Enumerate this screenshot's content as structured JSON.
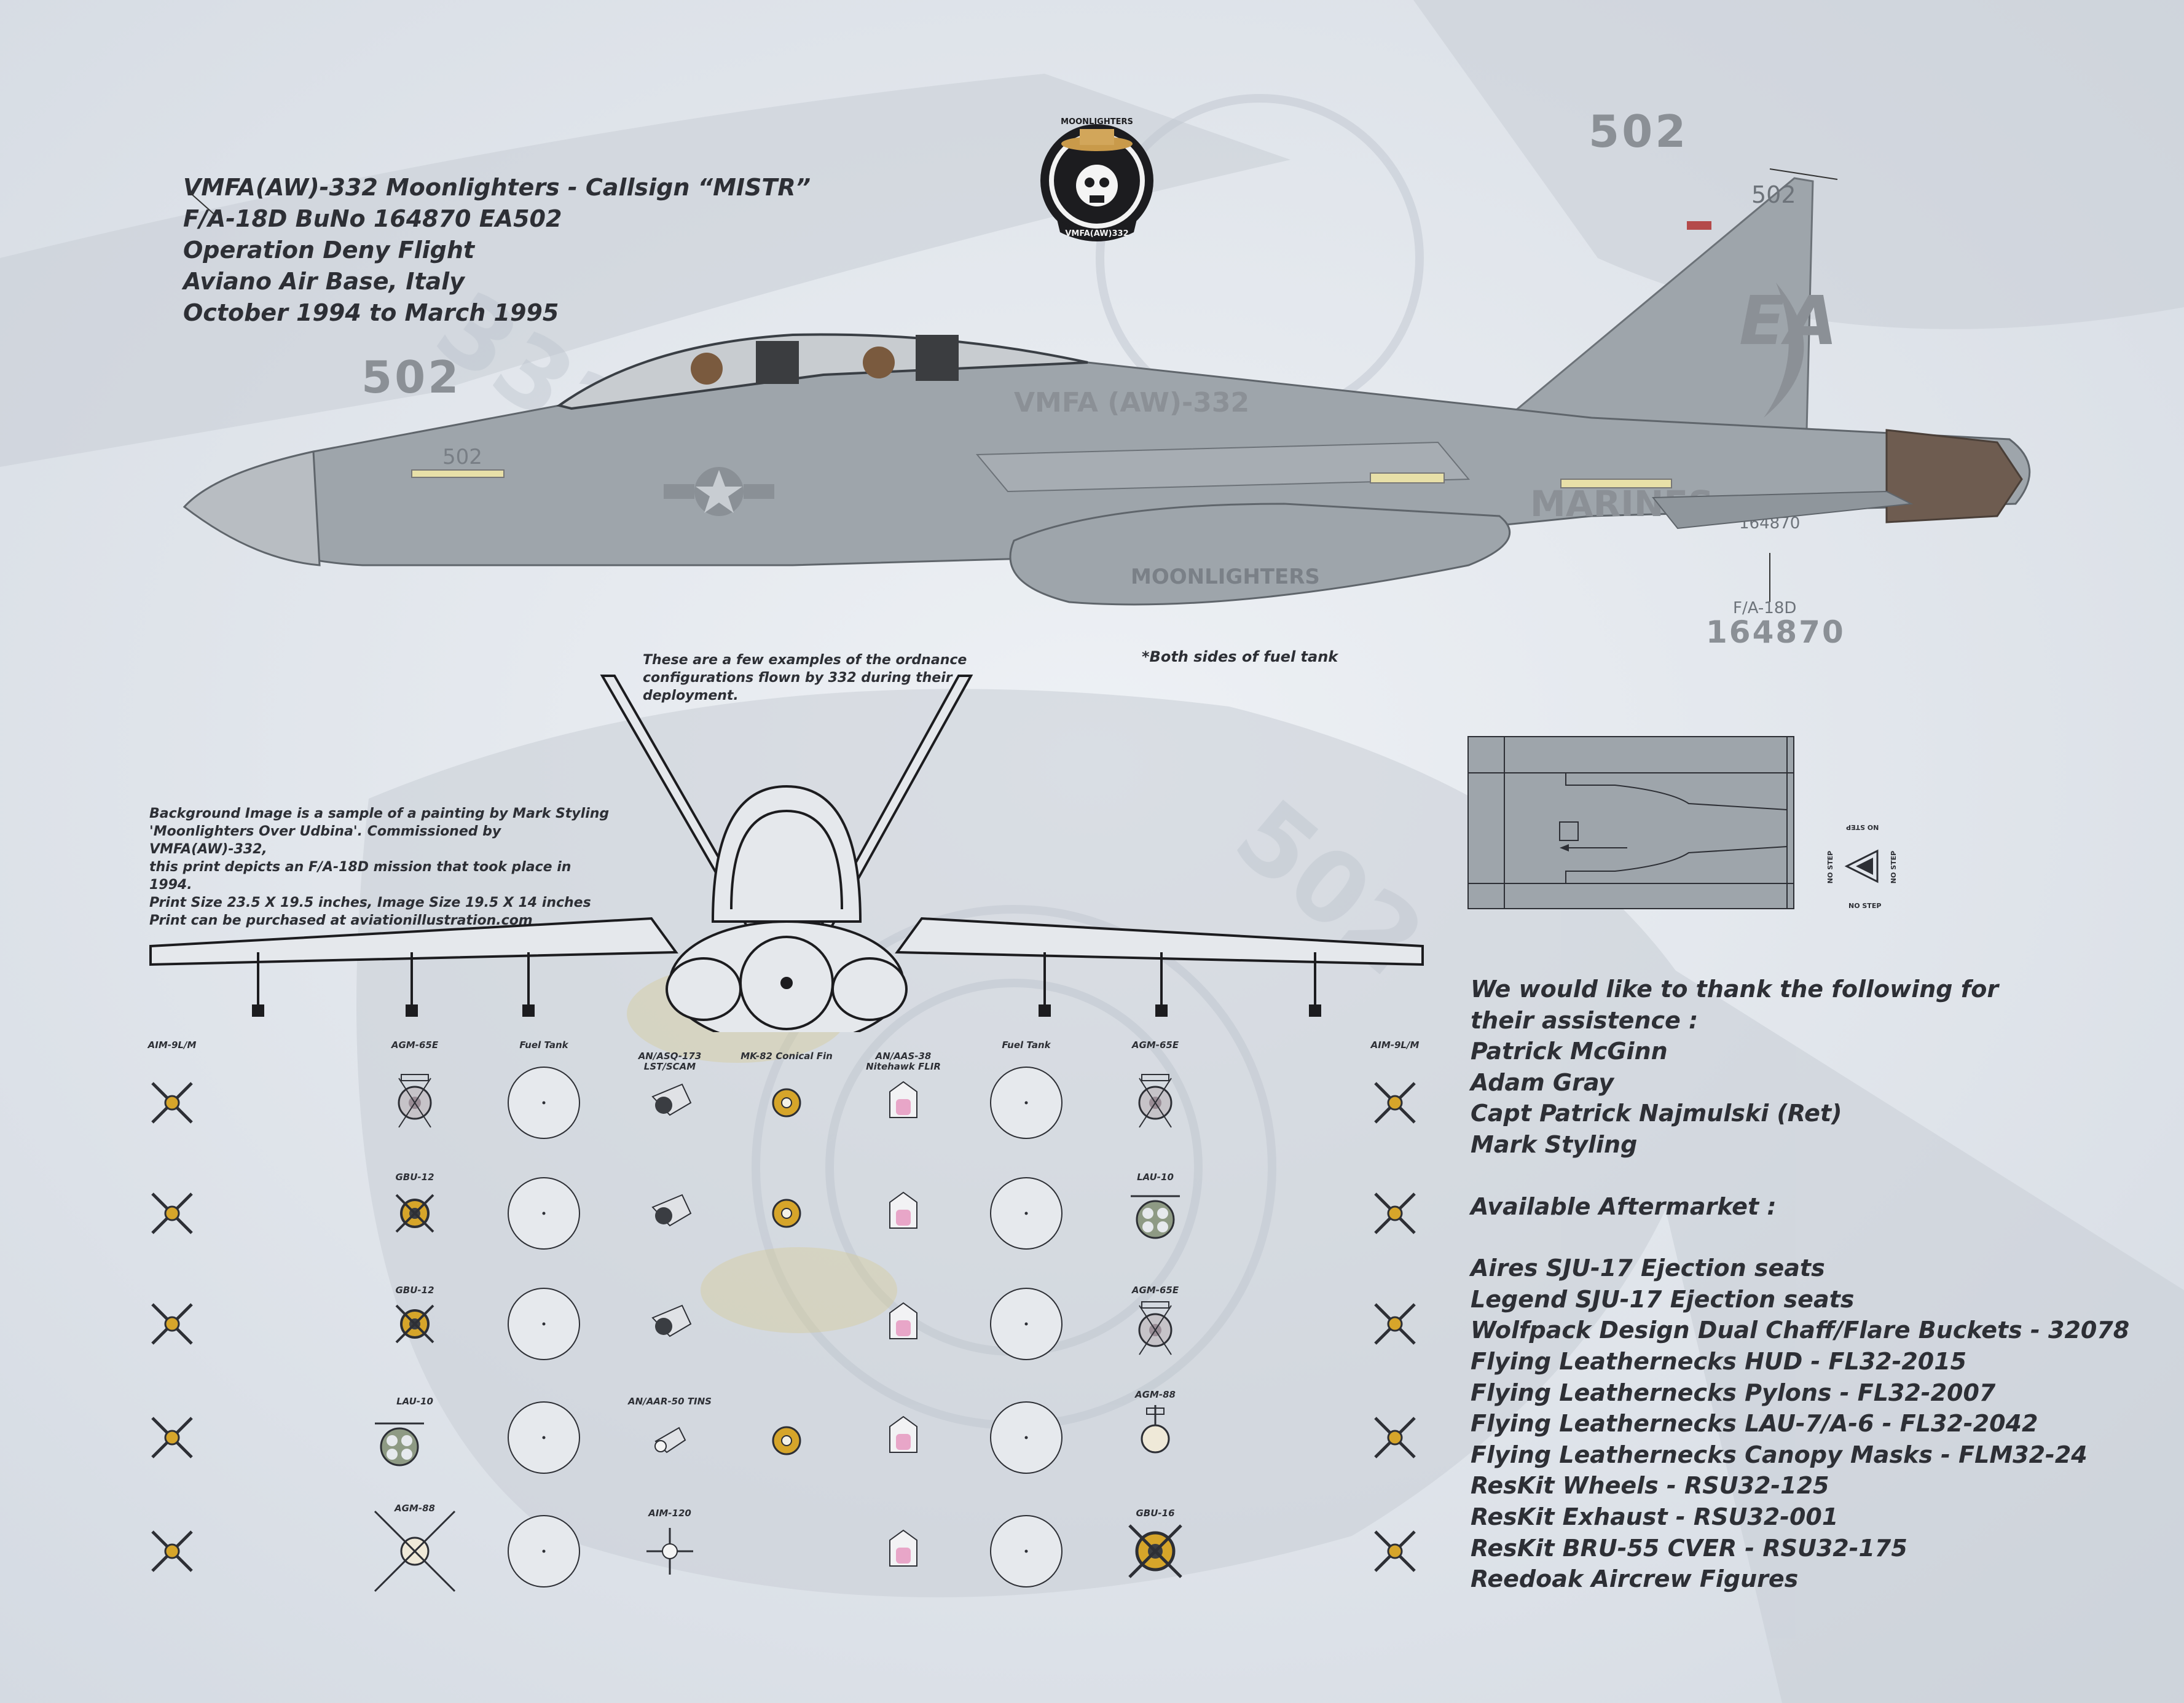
{
  "header": {
    "lines": [
      "VMFA(AW)-332 Moonlighters - Callsign “MISTR”",
      "F/A-18D BuNo 164870 EA502",
      "Operation Deny Flight",
      "Aviano Air Base, Italy",
      "October 1994 to March 1995"
    ]
  },
  "badge": {
    "top_text": "MOONLIGHTERS",
    "bottom_text": "VMFA(AW)332"
  },
  "aircraft": {
    "nose_number": "502",
    "nose_number_small": "502",
    "tail_number": "502",
    "tail_number_small": "502",
    "tail_code": "EA",
    "fuselage_text": "VMFA (AW)-332",
    "tank_text": "MOONLIGHTERS",
    "marines_text": "MARINES",
    "bureau_small": "164870",
    "callout_type": "F/A-18D",
    "callout_bureau": "164870",
    "tank_note": "*Both sides of fuel tank"
  },
  "notes": {
    "ordnance": "These are a few examples of the ordnance configurations flown by 332 during their deployment.",
    "background": [
      "Background Image is a sample of a painting by Mark Styling",
      "'Moonlighters Over Udbina'. Commissioned by VMFA(AW)-332,",
      "this print depicts an F/A-18D mission that took place in 1994.",
      "Print Size 23.5 X 19.5 inches, Image Size 19.5 X 14 inches",
      "Print can be purchased at aviationillustration.com"
    ]
  },
  "no_step": {
    "top": "NO STEP",
    "left": "NO STEP",
    "right": "NO STEP",
    "bottom": "NO STEP"
  },
  "ordnance_labels": {
    "c1": "AIM-9L/M",
    "c2": "AGM-65E",
    "c3": "Fuel Tank",
    "c4": "AN/ASQ-173 LST/SCAM",
    "c5": "MK-82 Conical Fin",
    "c6": "AN/AAS-38 Nitehawk FLIR",
    "c7": "Fuel Tank",
    "c8": "AGM-65E",
    "c9": "AIM-9L/M",
    "r2c2": "GBU-12",
    "r2c8": "LAU-10",
    "r3c2": "GBU-12",
    "r3c8": "AGM-65E",
    "r4c2": "LAU-10",
    "r4c4": "AN/AAR-50 TINS",
    "r4c8": "AGM-88",
    "r5c2": "AGM-88",
    "r5c4": "AIM-120",
    "r5c8": "GBU-16"
  },
  "thanks": {
    "lines": [
      "We would like to thank the following for",
      "their assistence :",
      "Patrick McGinn",
      "Adam Gray",
      "Capt Patrick Najmulski (Ret)",
      "Mark Styling",
      "",
      "Available Aftermarket :",
      "",
      "Aires SJU-17 Ejection seats",
      "Legend SJU-17 Ejection seats",
      "Wolfpack Design Dual Chaff/Flare Buckets - 32078",
      "Flying Leathernecks HUD - FL32-2015",
      "Flying Leathernecks Pylons - FL32-2007",
      "Flying Leathernecks LAU-7/A-6 - FL32-2042",
      "Flying Leathernecks Canopy Masks - FLM32-24",
      "ResKit Wheels - RSU32-125",
      "ResKit Exhaust - RSU32-001",
      "ResKit BRU-55 CVER - RSU32-175",
      "Reedoak Aircrew Figures"
    ]
  },
  "colors": {
    "background": "#dfe4ea",
    "aircraft_gray": "#9ea5ab",
    "text": "#2d2f35",
    "marking_gray": "#8b9096",
    "yellow_accent": "#d6a52a"
  }
}
